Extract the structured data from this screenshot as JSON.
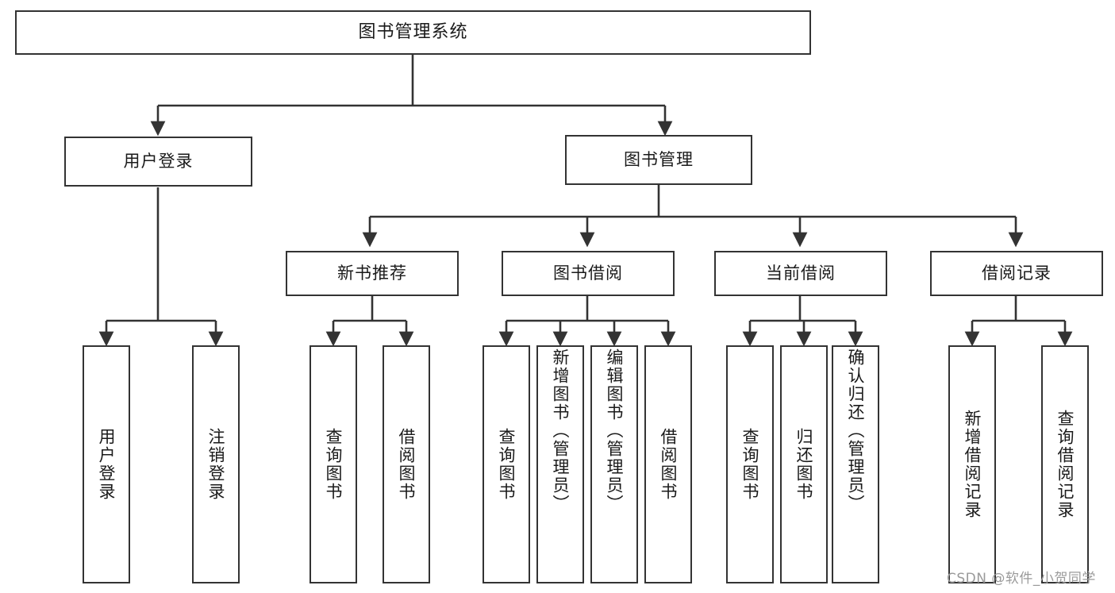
{
  "diagram": {
    "type": "tree-hierarchy",
    "title": "图书管理系统",
    "root": {
      "id": "root",
      "label": "图书管理系统"
    },
    "level1": [
      {
        "id": "user-login",
        "label": "用户登录"
      },
      {
        "id": "book-manage",
        "label": "图书管理"
      }
    ],
    "level2": [
      {
        "id": "new-book-rec",
        "label": "新书推荐",
        "parent": "book-manage"
      },
      {
        "id": "book-borrow",
        "label": "图书借阅",
        "parent": "book-manage"
      },
      {
        "id": "current-borrow",
        "label": "当前借阅",
        "parent": "book-manage"
      },
      {
        "id": "borrow-record",
        "label": "借阅记录",
        "parent": "book-manage"
      }
    ],
    "leaves": {
      "user_login": [
        {
          "id": "leaf-user-login",
          "label": "用户登录"
        },
        {
          "id": "leaf-logout-login",
          "label": "注销登录"
        }
      ],
      "new_book_rec": [
        {
          "id": "leaf-query-book-1",
          "label": "查询图书"
        },
        {
          "id": "leaf-borrow-book-1",
          "label": "借阅图书"
        }
      ],
      "book_borrow": [
        {
          "id": "leaf-query-book-2",
          "label": "查询图书"
        },
        {
          "id": "leaf-add-book",
          "label": "新增图书（管理员）"
        },
        {
          "id": "leaf-edit-book",
          "label": "编辑图书（管理员）"
        },
        {
          "id": "leaf-borrow-book-2",
          "label": "借阅图书"
        }
      ],
      "current_borrow": [
        {
          "id": "leaf-query-book-3",
          "label": "查询图书"
        },
        {
          "id": "leaf-return-book",
          "label": "归还图书"
        },
        {
          "id": "leaf-confirm-return",
          "label": "确认归还（管理员）"
        }
      ],
      "borrow_record": [
        {
          "id": "leaf-add-record",
          "label": "新增借阅记录"
        },
        {
          "id": "leaf-query-record",
          "label": "查询借阅记录"
        }
      ]
    },
    "colors": {
      "stroke": "#333333",
      "fill": "#ffffff",
      "text": "#1a1a1a",
      "watermark": "#9a9a9a"
    }
  },
  "watermark": {
    "text": "CSDN @软件_小贺同学"
  }
}
